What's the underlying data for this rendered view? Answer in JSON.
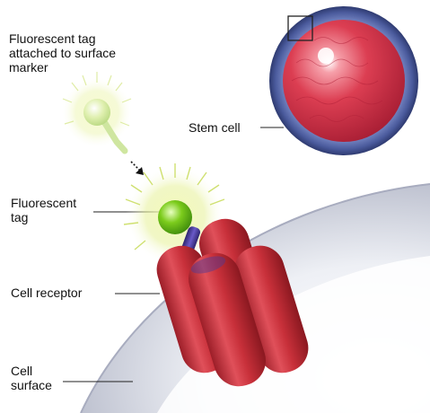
{
  "labels": {
    "fluorescent_tag_attached": "Fluorescent tag\nattached to surface\nmarker",
    "stem_cell": "Stem cell",
    "fluorescent_tag": "Fluorescent\ntag",
    "cell_receptor": "Cell receptor",
    "cell_surface": "Cell\nsurface"
  },
  "colors": {
    "stem_cell_nucleus": "#d8364a",
    "stem_cell_membrane": "#4a5a9c",
    "receptor": "#c8303a",
    "tag_green": "#7ccc1c",
    "tag_glow": "#e8f2a0",
    "surface_shade": "#c9ccd8",
    "linker": "#4a3a9a"
  }
}
